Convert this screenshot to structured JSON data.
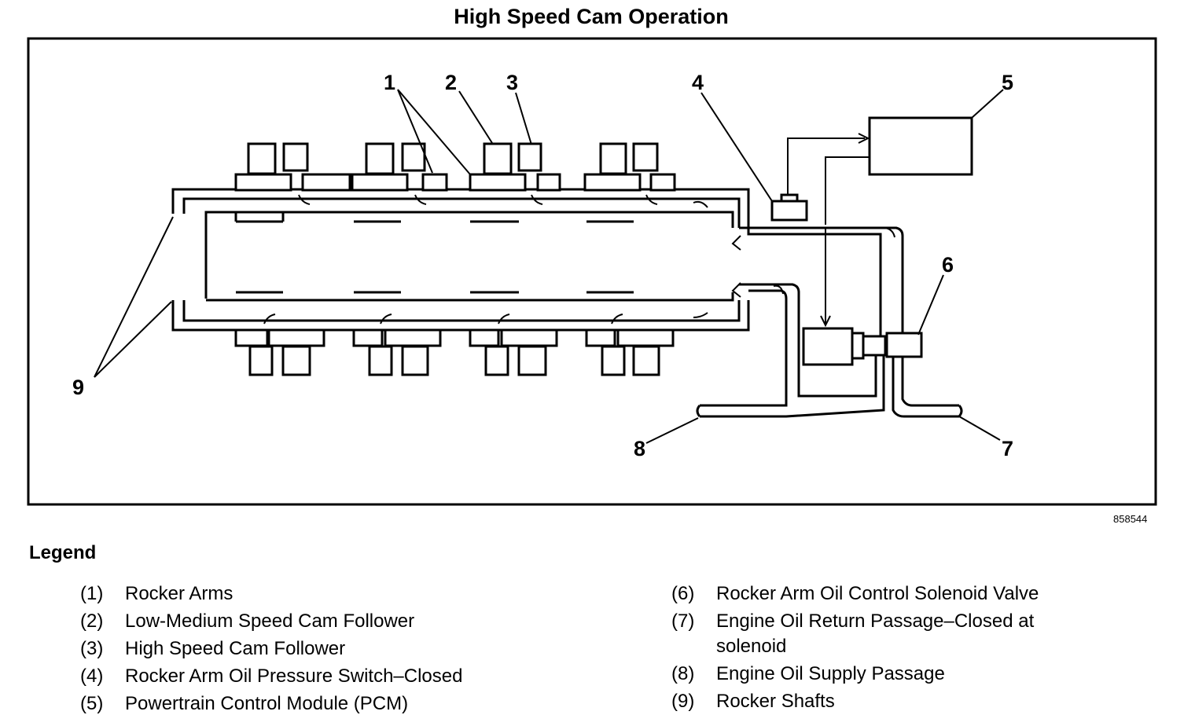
{
  "diagram": {
    "title": "High Speed Cam Operation",
    "figure_code": "858544",
    "callouts": [
      "1",
      "2",
      "3",
      "4",
      "5",
      "6",
      "7",
      "8",
      "9"
    ]
  },
  "legend": {
    "heading": "Legend",
    "left": [
      {
        "num": "(1)",
        "text": "Rocker Arms"
      },
      {
        "num": "(2)",
        "text": "Low-Medium Speed Cam Follower"
      },
      {
        "num": "(3)",
        "text": "High Speed Cam Follower"
      },
      {
        "num": "(4)",
        "text": "Rocker Arm Oil Pressure Switch–Closed"
      },
      {
        "num": "(5)",
        "text": "Powertrain Control Module (PCM)"
      }
    ],
    "right": [
      {
        "num": "(6)",
        "text": "Rocker Arm Oil Control Solenoid Valve"
      },
      {
        "num": "(7)",
        "text": "Engine Oil Return Passage–Closed at solenoid"
      },
      {
        "num": "(8)",
        "text": "Engine Oil Supply Passage"
      },
      {
        "num": "(9)",
        "text": "Rocker Shafts"
      }
    ]
  }
}
